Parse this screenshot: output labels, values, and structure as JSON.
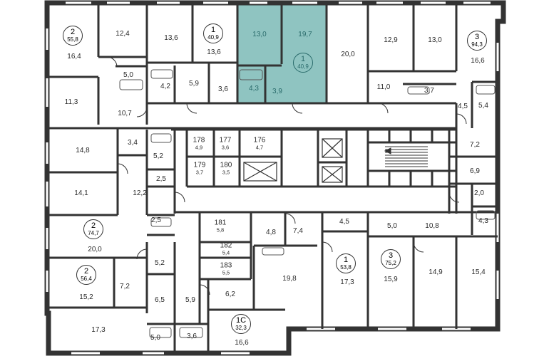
{
  "colors": {
    "wall": "#333333",
    "highlight": "#8fc4c1",
    "background": "#ffffff"
  },
  "rooms": [
    {
      "id": "r1",
      "label": "16,4"
    },
    {
      "id": "r2",
      "label": "12,4"
    },
    {
      "id": "r3",
      "label": "13,6"
    },
    {
      "id": "r4",
      "label": "13,6"
    },
    {
      "id": "r5",
      "label": "13,0"
    },
    {
      "id": "r6",
      "label": "19,7"
    },
    {
      "id": "r7",
      "label": "20,0"
    },
    {
      "id": "r8",
      "label": "12,9"
    },
    {
      "id": "r9",
      "label": "13,0"
    },
    {
      "id": "r10",
      "label": "16,6"
    },
    {
      "id": "r11",
      "label": "5,0"
    },
    {
      "id": "r12",
      "label": "4,2"
    },
    {
      "id": "r13",
      "label": "5,9"
    },
    {
      "id": "r14",
      "label": "3,6"
    },
    {
      "id": "r15",
      "label": "4,3"
    },
    {
      "id": "r16",
      "label": "3,9"
    },
    {
      "id": "r17",
      "label": "11,0"
    },
    {
      "id": "r18",
      "label": "3,7"
    },
    {
      "id": "r19",
      "label": "4,5"
    },
    {
      "id": "r20",
      "label": "5,4"
    },
    {
      "id": "r21",
      "label": "11,3"
    },
    {
      "id": "r22",
      "label": "10,7"
    },
    {
      "id": "r23",
      "label": "14,8"
    },
    {
      "id": "r24",
      "label": "3,4"
    },
    {
      "id": "r25",
      "label": "5,2"
    },
    {
      "id": "r26",
      "label": "2,5"
    },
    {
      "id": "r27",
      "label": "14,1"
    },
    {
      "id": "r28",
      "label": "12,2"
    },
    {
      "id": "r29",
      "label": "7,2"
    },
    {
      "id": "r30",
      "label": "6,9"
    },
    {
      "id": "r31",
      "label": "2,0"
    },
    {
      "id": "r32",
      "label": "4,3"
    },
    {
      "id": "r33",
      "label": "2,5"
    },
    {
      "id": "r34",
      "label": "20,0"
    },
    {
      "id": "r35",
      "label": "4,8"
    },
    {
      "id": "r36",
      "label": "7,4"
    },
    {
      "id": "r37",
      "label": "4,5"
    },
    {
      "id": "r38",
      "label": "5,0"
    },
    {
      "id": "r39",
      "label": "10,8"
    },
    {
      "id": "r40",
      "label": "5,2"
    },
    {
      "id": "r41",
      "label": "15,2"
    },
    {
      "id": "r42",
      "label": "7,2"
    },
    {
      "id": "r43",
      "label": "19,8"
    },
    {
      "id": "r44",
      "label": "17,3"
    },
    {
      "id": "r45",
      "label": "15,9"
    },
    {
      "id": "r46",
      "label": "14,9"
    },
    {
      "id": "r47",
      "label": "15,4"
    },
    {
      "id": "r48",
      "label": "6,5"
    },
    {
      "id": "r49",
      "label": "5,9"
    },
    {
      "id": "r50",
      "label": "6,2"
    },
    {
      "id": "r51",
      "label": "17,3"
    },
    {
      "id": "r52",
      "label": "5,0"
    },
    {
      "id": "r53",
      "label": "3,6"
    },
    {
      "id": "r54",
      "label": "16,6"
    }
  ],
  "apartments": [
    {
      "id": "a1",
      "rooms": "2",
      "area": "55,8"
    },
    {
      "id": "a2",
      "rooms": "1",
      "area": "40,9"
    },
    {
      "id": "a3",
      "rooms": "1",
      "area": "40,9",
      "selected": true
    },
    {
      "id": "a4",
      "rooms": "3",
      "area": "94,3"
    },
    {
      "id": "a5",
      "rooms": "2",
      "area": "74,7"
    },
    {
      "id": "a6",
      "rooms": "2",
      "area": "56,4"
    },
    {
      "id": "a7",
      "rooms": "1",
      "area": "53,8"
    },
    {
      "id": "a8",
      "rooms": "3",
      "area": "75,2"
    },
    {
      "id": "a9",
      "rooms": "1С",
      "area": "32,3"
    }
  ],
  "storage_units": [
    {
      "id": "s178",
      "number": "178",
      "area": "4,9"
    },
    {
      "id": "s177",
      "number": "177",
      "area": "3,6"
    },
    {
      "id": "s176",
      "number": "176",
      "area": "4,7"
    },
    {
      "id": "s179",
      "number": "179",
      "area": "3,7"
    },
    {
      "id": "s180",
      "number": "180",
      "area": "3,5"
    },
    {
      "id": "s181",
      "number": "181",
      "area": "5,8"
    },
    {
      "id": "s182",
      "number": "182",
      "area": "5,4"
    },
    {
      "id": "s183",
      "number": "183",
      "area": "5,5"
    }
  ]
}
